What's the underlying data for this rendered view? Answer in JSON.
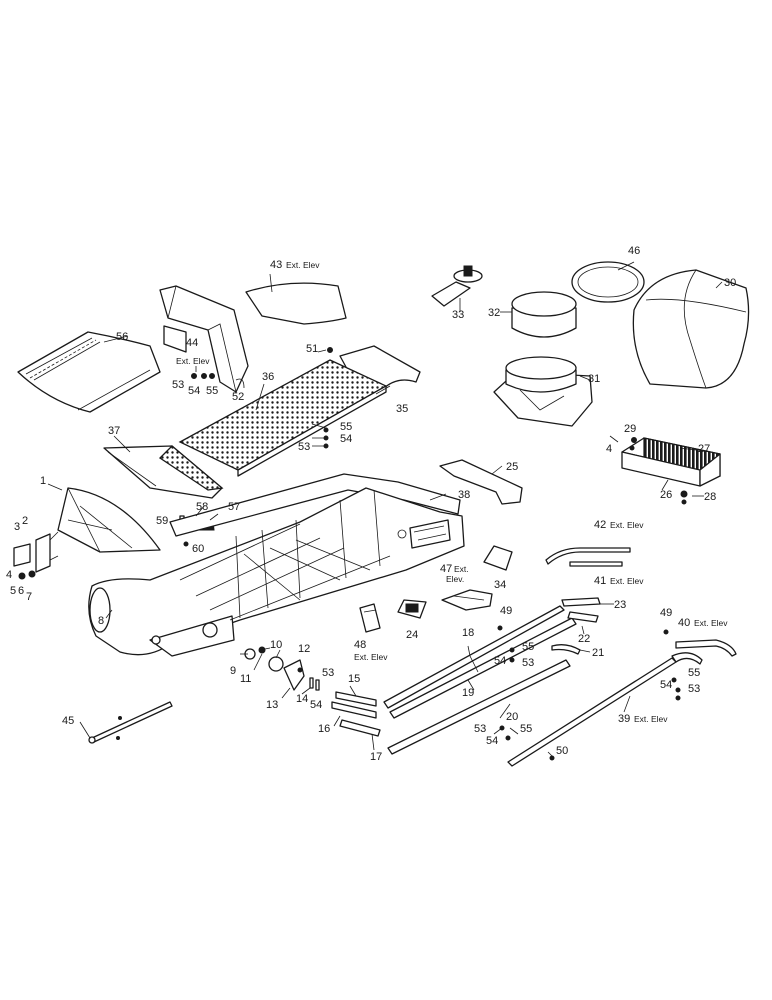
{
  "labels": {
    "l1": "1",
    "l2": "2",
    "l3": "3",
    "l4": "4",
    "l5": "5",
    "l6": "6",
    "l7": "7",
    "l8": "8",
    "l9": "9",
    "l10": "10",
    "l11": "11",
    "l12": "12",
    "l13": "13",
    "l14": "14",
    "l15": "15",
    "l16": "16",
    "l17": "17",
    "l18": "18",
    "l19": "19",
    "l20": "20",
    "l21": "21",
    "l22": "22",
    "l23": "23",
    "l24": "24",
    "l25": "25",
    "l26": "26",
    "l27": "27",
    "l28": "28",
    "l29": "29",
    "l30": "30",
    "l31": "31",
    "l32": "32",
    "l33": "33",
    "l34": "34",
    "l35": "35",
    "l36": "36",
    "l37": "37",
    "l38": "38",
    "l39": "39",
    "l40": "40",
    "l41": "41",
    "l42": "42",
    "l43": "43",
    "l44": "44",
    "l45": "45",
    "l46": "46",
    "l47": "47",
    "l48": "48",
    "l49a": "49",
    "l49b": "49",
    "l50": "50",
    "l51": "51",
    "l52": "52",
    "l53a": "53",
    "l53b": "53",
    "l53c": "53",
    "l53d": "53",
    "l53e": "53",
    "l53f": "53",
    "l54a": "54",
    "l54b": "54",
    "l54c": "54",
    "l54d": "54",
    "l54e": "54",
    "l54f": "54",
    "l55a": "55",
    "l55b": "55",
    "l55c": "55",
    "l55d": "55",
    "l55e": "55",
    "l56": "56",
    "l57": "57",
    "l58": "58",
    "l59": "59",
    "l60": "60"
  },
  "suffix": {
    "ext_elev": "Ext. Elev",
    "ext": "Ext.",
    "elev": "Elev."
  }
}
